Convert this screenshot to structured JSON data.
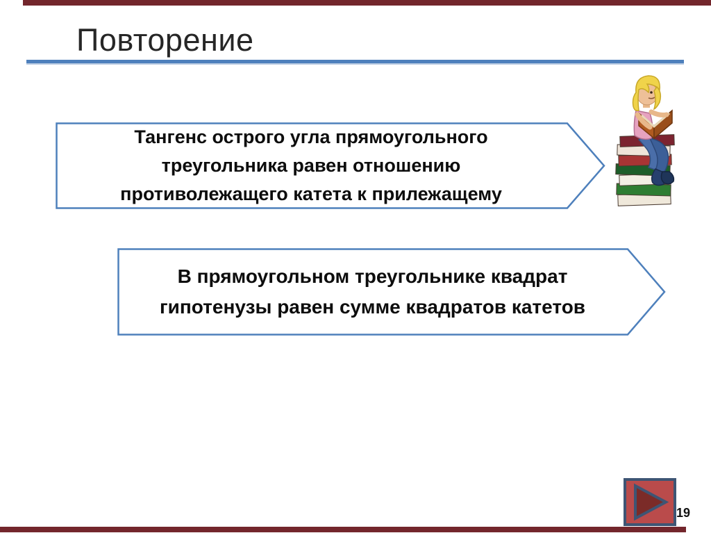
{
  "slide": {
    "title": "Повторение",
    "callouts": [
      {
        "name": "tangent-definition",
        "lines": [
          "Тангенс острого угла прямоугольного",
          "треугольника равен отношению",
          "противолежащего катета к прилежащему"
        ]
      },
      {
        "name": "pythagorean-theorem",
        "lines": [
          "В прямоугольном треугольнике квадрат",
          "гипотенузы равен сумме квадратов катетов"
        ]
      }
    ],
    "page_number": "19",
    "icons": {
      "nav": "play-icon",
      "illustration": "girl-reading-on-books-clipart"
    },
    "colors": {
      "accent_blue": "#4E80BC",
      "bar_maroon": "#73262C",
      "button_red": "#BA4B4B",
      "button_border": "#3E5574",
      "triangle_fill": "#7B2B28"
    }
  }
}
